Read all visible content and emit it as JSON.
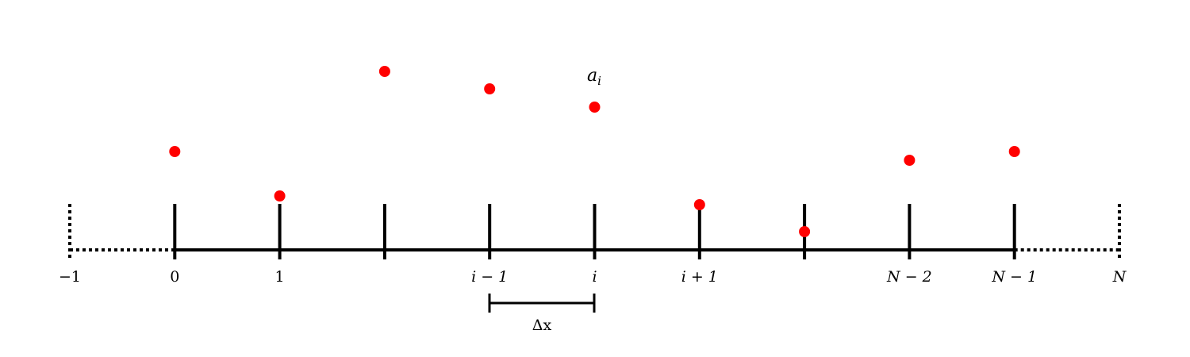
{
  "diagram": {
    "tick_labels": [
      "−1",
      "0",
      "1",
      "",
      "i − 1",
      "i",
      "i + 1",
      "",
      "N − 2",
      "N − 1",
      "N"
    ],
    "boundary_ticks_dotted": [
      0,
      10
    ],
    "point_values": [
      1.24,
      0.68,
      2.25,
      2.03,
      1.8,
      0.57,
      0.23,
      1.13,
      1.24
    ],
    "point_label": "a_i",
    "point_label_main": "a",
    "point_label_sub": "i",
    "spacing_label": "Δx",
    "colors": {
      "axis": "#000000",
      "points": "#ff0000",
      "point_label": "#ff0000"
    }
  }
}
